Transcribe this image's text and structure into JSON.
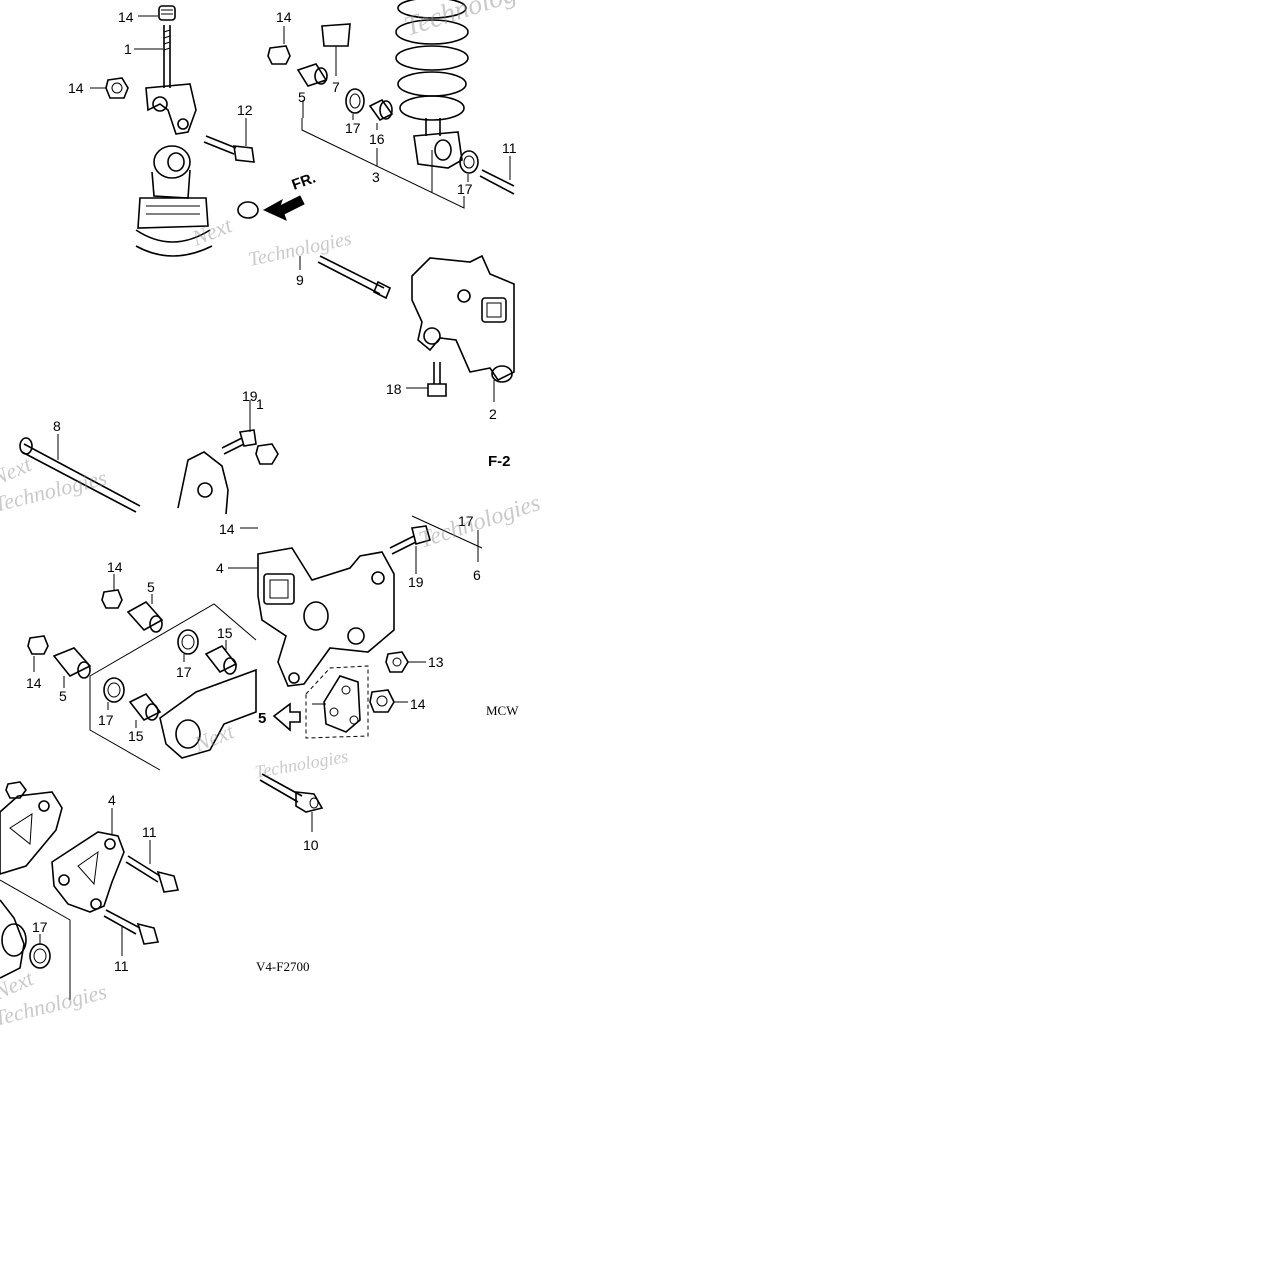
{
  "callouts": {
    "t14a": "14",
    "t1a": "1",
    "t14b": "14",
    "t12": "12",
    "t14c": "14",
    "t7": "7",
    "t5a": "5",
    "t17a": "17",
    "t16": "16",
    "t3": "3",
    "t17b": "17",
    "t11a": "11",
    "t9": "9",
    "t18": "18",
    "t2": "2",
    "t19a": "19",
    "t1b": "1",
    "t8": "8",
    "t14d": "14",
    "t17c": "17",
    "t6": "6",
    "t19b": "19",
    "t4a": "4",
    "t14e": "14",
    "t5b": "5",
    "t15a": "15",
    "t17d": "17",
    "t14f": "14",
    "t5c": "5",
    "t17e": "17",
    "t15b": "15",
    "t13": "13",
    "t14g": "14",
    "t5d": "5",
    "t10": "10",
    "t4b": "4",
    "t11b": "11",
    "t17f": "17",
    "t11c": "11"
  },
  "direction_label": "FR.",
  "section_ref": "F-2",
  "diagram_code_a": "MCW",
  "diagram_code_b": "V4-F2700",
  "watermark_lines": [
    "Next",
    "Technologies"
  ],
  "icons": [
    "front-direction-arrow-icon",
    "view-direction-arrow-icon"
  ]
}
